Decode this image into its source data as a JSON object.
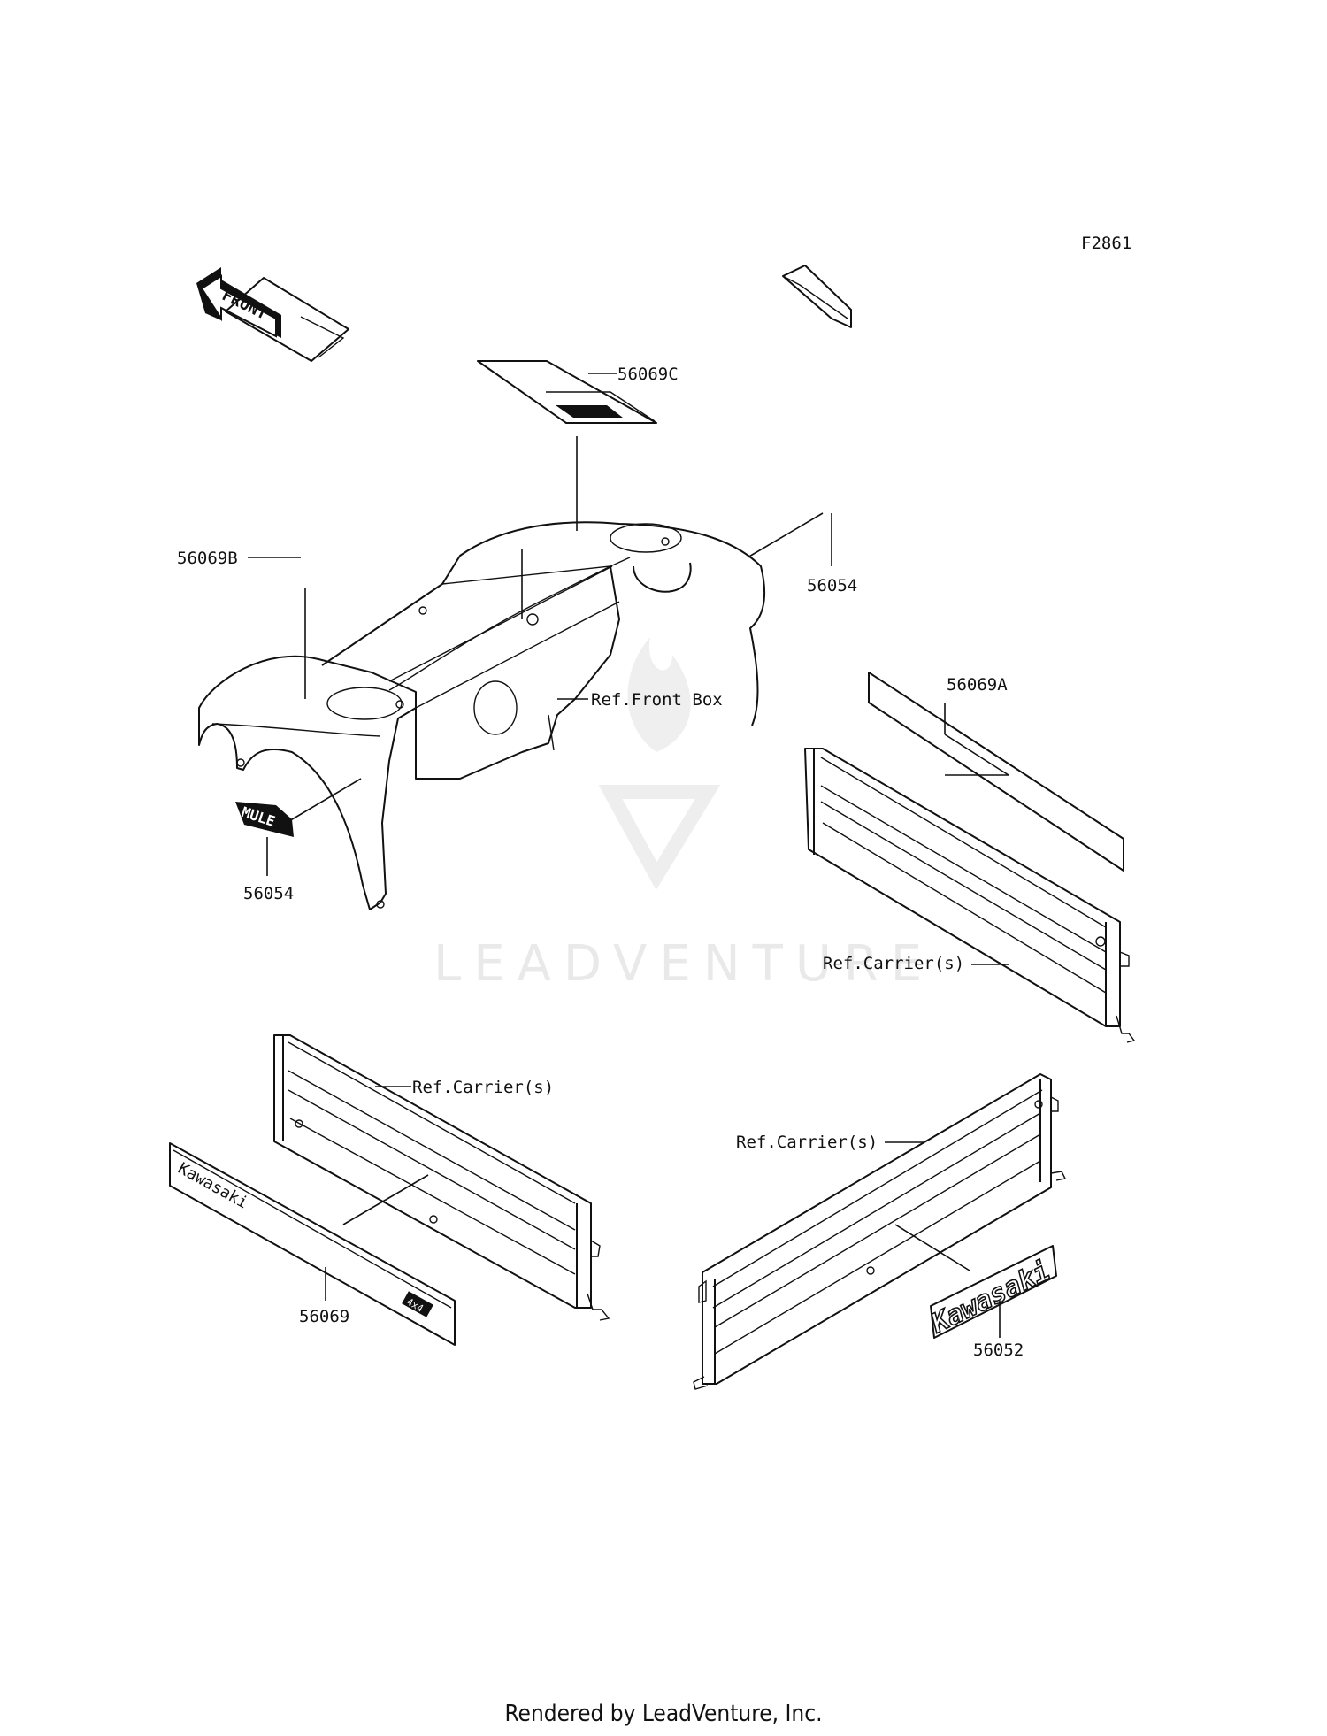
{
  "figure_code": "F2861",
  "front_arrow_label": "FRONT",
  "watermark": "LEADVENTURE",
  "footer": "Rendered by LeadVenture, Inc.",
  "labels": {
    "p56069C": "56069C",
    "p56069B": "56069B",
    "p56054_top": "56054",
    "p56054_left": "56054",
    "ref_front_box": "Ref.Front Box",
    "p56069A": "56069A",
    "ref_carrier_right": "Ref.Carrier(s)",
    "ref_carrier_left": "Ref.Carrier(s)",
    "ref_carrier_bottom": "Ref.Carrier(s)",
    "p56069": "56069",
    "p56052": "56052"
  },
  "decal_text": {
    "kawasaki_strip": "Kawasaki",
    "kawasaki_emblem": "Kawasaki",
    "mule_emblem": "MULE",
    "fourxfour_badge": "4x4"
  }
}
